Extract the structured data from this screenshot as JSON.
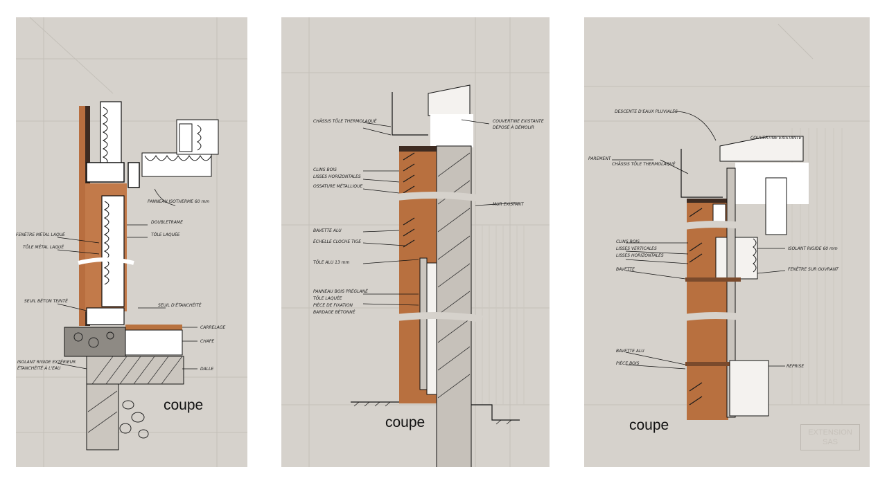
{
  "panels": [
    {
      "caption": "coupe",
      "notes": [
        "PANNEAU ISOTHERME 60 mm",
        "DOUBLETRAME",
        "TÔLE LAQUÉE",
        "FENÊTRE MÉTAL LAQUÉ",
        "TÔLE MÉTAL LAQUÉ",
        "SEUIL BÉTON TEINTÉ",
        "SEUIL D'ÉTANCHÉITÉ",
        "CARRELAGE",
        "CHAPE",
        "DALLE",
        "ISOLANT RIGIDE EXTÉRIEUR",
        "ÉTANCHÉITÉ À L'EAU"
      ]
    },
    {
      "caption": "coupe",
      "notes": [
        "CHÂSSIS TÔLE THERMOLAQUÉ",
        "COUVERTINE EXISTANTE",
        "DÉPOSÉ À DÉMOLIR",
        "CLINS BOIS",
        "LISSES HORIZONTALES",
        "OSSATURE MÉTALLIQUE",
        "MUR EXISTANT",
        "BAVETTE ALU",
        "ÉCHELLE CLOCHE TIGE",
        "TÔLE ALU 13 mm",
        "PANNEAU BOIS PRÉGLANÉ",
        "TÔLE LAQUÉE",
        "PIÈCE DE FIXATION",
        "BARDAGE BÉTONNÉ"
      ]
    },
    {
      "caption": "coupe",
      "notes": [
        "DESCENTE D'EAUX PLUVIALES",
        "COUVERTINE EXISTANTE",
        "PAREMENT",
        "CHÂSSIS TÔLE THERMOLAQUÉ",
        "CLINS BOIS",
        "LISSES VERTICALES",
        "LISSES HORIZONTALES",
        "ISOLANT RIGIDE 60 mm",
        "BAVETTE",
        "FENÊTRE SUR OUVRANT",
        "BAVETTE ALU",
        "PIÈCE BOIS",
        "REPRISE"
      ],
      "stamp": [
        "EXTENSION",
        "SAS"
      ]
    }
  ]
}
